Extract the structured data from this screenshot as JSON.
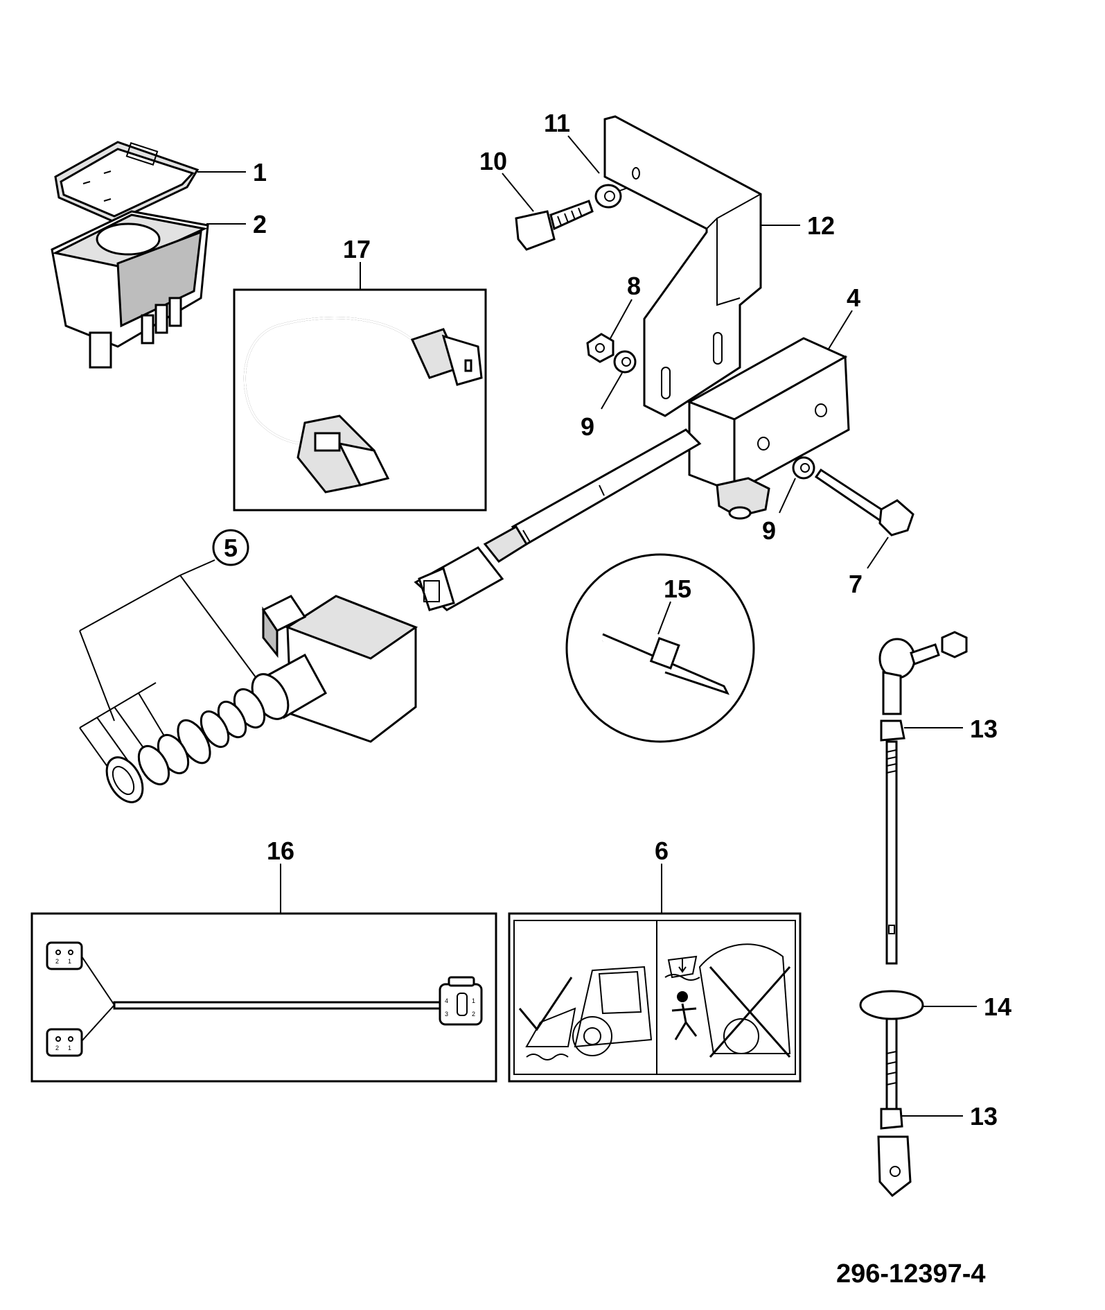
{
  "diagram": {
    "reference": "296-12397-4",
    "callouts": {
      "c1": "1",
      "c2": "2",
      "c4": "4",
      "c5": "5",
      "c6": "6",
      "c7": "7",
      "c8": "8",
      "c9a": "9",
      "c9b": "9",
      "c10": "10",
      "c11": "11",
      "c12": "12",
      "c13a": "13",
      "c13b": "13",
      "c14": "14",
      "c15": "15",
      "c16": "16",
      "c17": "17"
    },
    "connector_pins": {
      "plug_top": [
        "2",
        "1"
      ],
      "plug_bottom": [
        "2",
        "1"
      ],
      "socket_row1": [
        "4",
        "1"
      ],
      "socket_row2": [
        "3",
        "2"
      ]
    },
    "colors": {
      "line": "#000000",
      "part_shade": "#e2e2e2",
      "part_dark": "#bdbdbd",
      "background": "#ffffff"
    },
    "icons": [
      "check-mark-icon",
      "cross-mark-icon",
      "loader-machine-icon",
      "person-icon",
      "bucket-down-icon"
    ]
  }
}
